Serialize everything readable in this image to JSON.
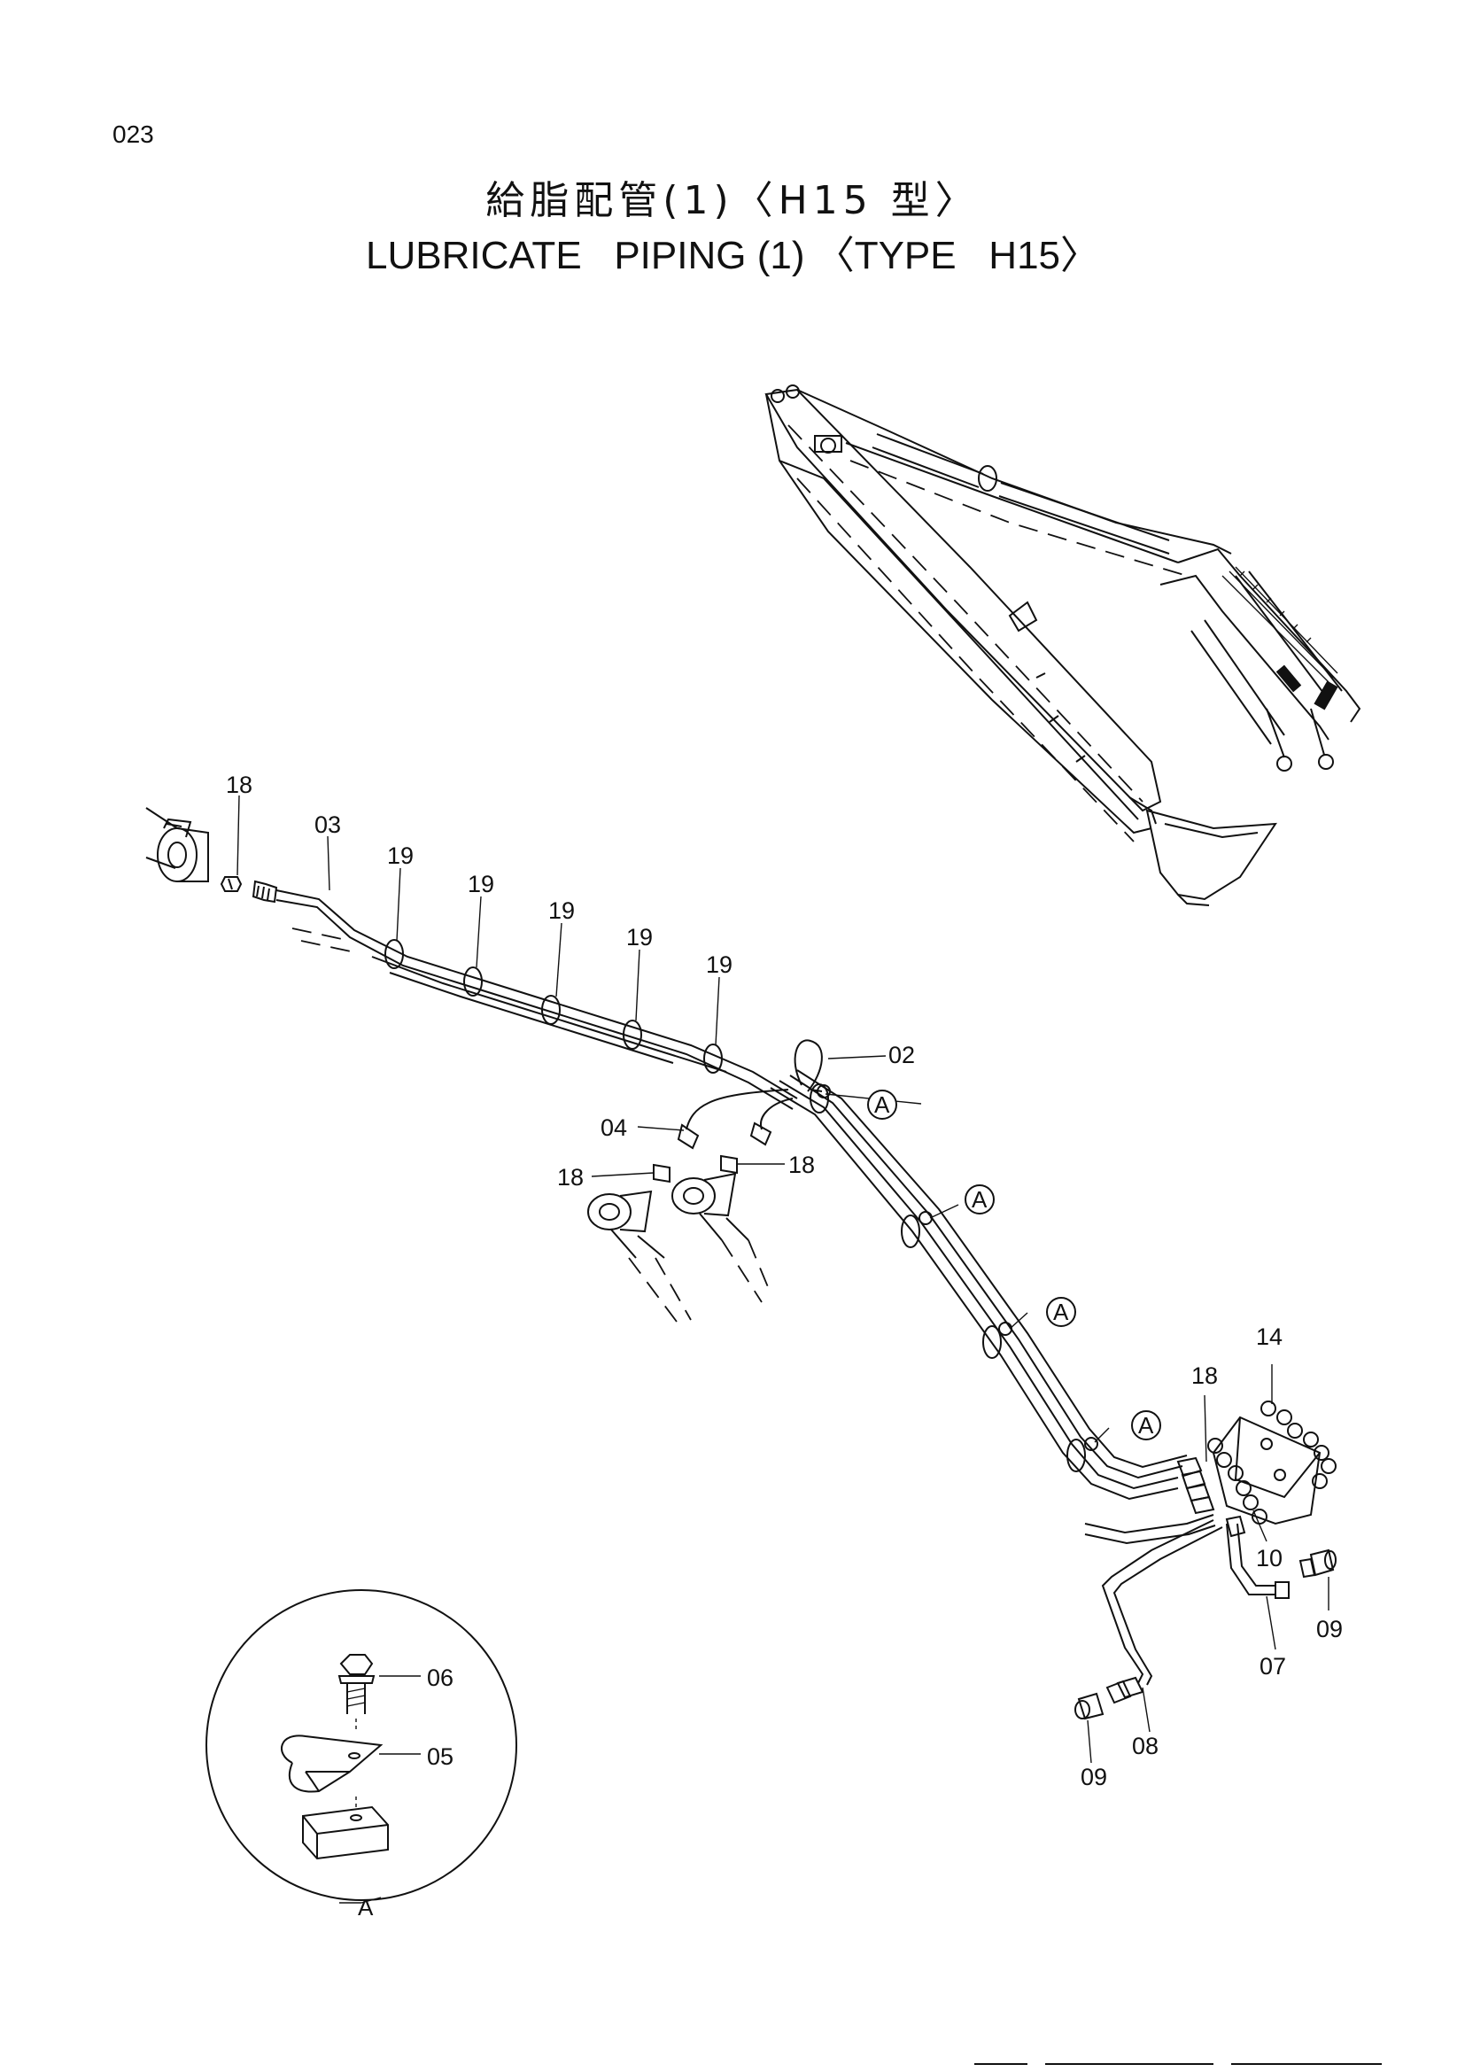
{
  "page": {
    "number": "023",
    "title_jp": "給脂配管(1)〈H15 型〉",
    "title_en": "LUBRICATE   PIPING (1) 〈TYPE   H15〉"
  },
  "callouts": [
    {
      "id": "c18a",
      "label": "18"
    },
    {
      "id": "c03",
      "label": "03"
    },
    {
      "id": "c19a",
      "label": "19"
    },
    {
      "id": "c19b",
      "label": "19"
    },
    {
      "id": "c19c",
      "label": "19"
    },
    {
      "id": "c19d",
      "label": "19"
    },
    {
      "id": "c19e",
      "label": "19"
    },
    {
      "id": "c02",
      "label": "02"
    },
    {
      "id": "c04",
      "label": "04"
    },
    {
      "id": "c18b",
      "label": "18"
    },
    {
      "id": "c18c",
      "label": "18"
    },
    {
      "id": "c14",
      "label": "14"
    },
    {
      "id": "c18d",
      "label": "18"
    },
    {
      "id": "c10",
      "label": "10"
    },
    {
      "id": "c09a",
      "label": "09"
    },
    {
      "id": "c07",
      "label": "07"
    },
    {
      "id": "c08",
      "label": "08"
    },
    {
      "id": "c09b",
      "label": "09"
    },
    {
      "id": "c06",
      "label": "06"
    },
    {
      "id": "c05",
      "label": "05"
    }
  ],
  "references": [
    {
      "id": "refA1",
      "letter": "A"
    },
    {
      "id": "refA2",
      "letter": "A"
    },
    {
      "id": "refA3",
      "letter": "A"
    },
    {
      "id": "refA4",
      "letter": "A"
    }
  ],
  "detail_view": {
    "label": "A"
  }
}
